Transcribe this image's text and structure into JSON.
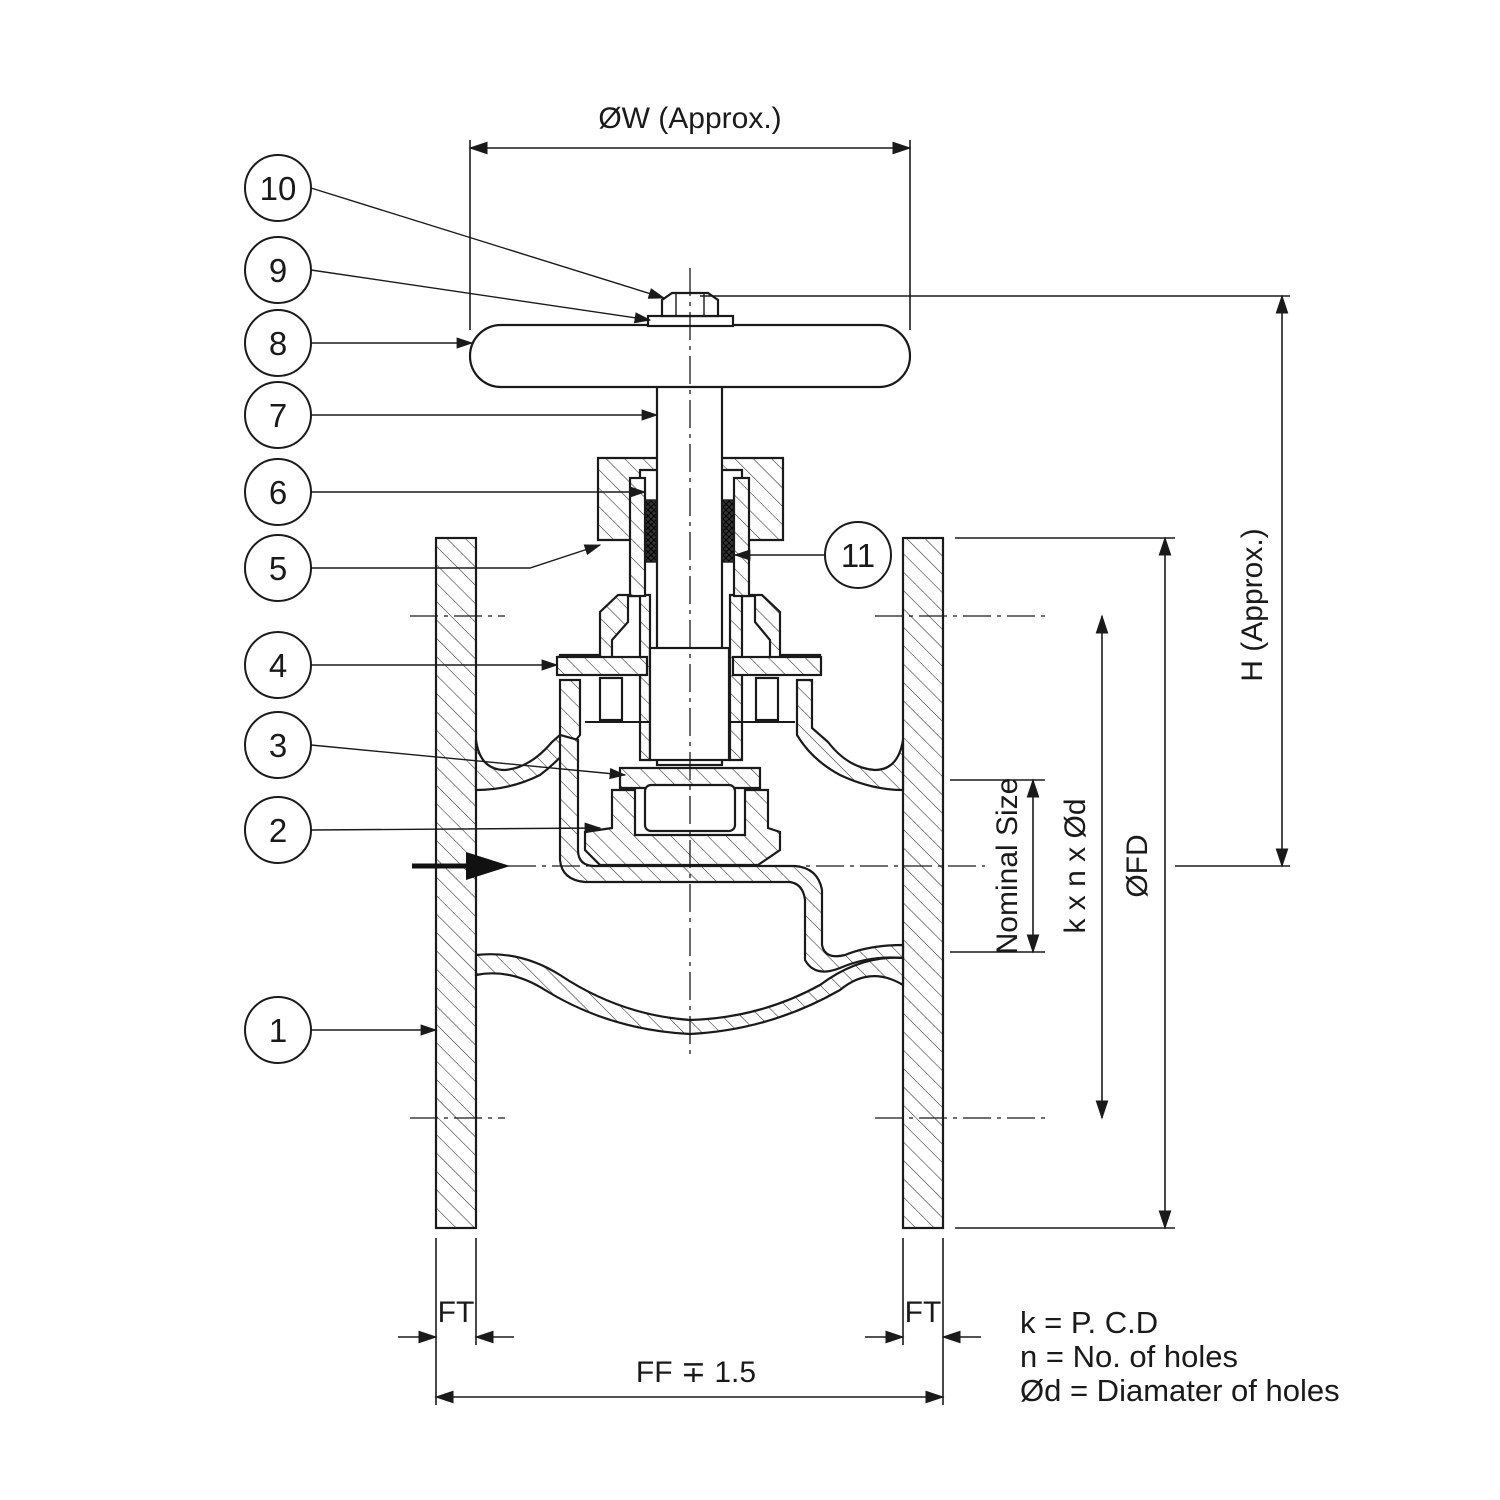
{
  "title": "",
  "dimensions": {
    "w": "ØW (Approx.)",
    "h": "H (Approx.)",
    "fd": "ØFD",
    "kxnxd": "k x n x Ød",
    "nominal": "Nominal Size",
    "ft_left": "FT",
    "ft_right": "FT",
    "ff": "FF ∓ 1.5"
  },
  "legend": {
    "k": "k = P. C.D",
    "n": "n = No. of holes",
    "d": "Ød = Diamater of holes"
  },
  "balloons": [
    {
      "id": "b10",
      "label": "10"
    },
    {
      "id": "b9",
      "label": "9"
    },
    {
      "id": "b8",
      "label": "8"
    },
    {
      "id": "b7",
      "label": "7"
    },
    {
      "id": "b6",
      "label": "6"
    },
    {
      "id": "b5",
      "label": "5"
    },
    {
      "id": "b4",
      "label": "4"
    },
    {
      "id": "b3",
      "label": "3"
    },
    {
      "id": "b2",
      "label": "2"
    },
    {
      "id": "b1",
      "label": "1"
    },
    {
      "id": "b11",
      "label": "11"
    }
  ]
}
